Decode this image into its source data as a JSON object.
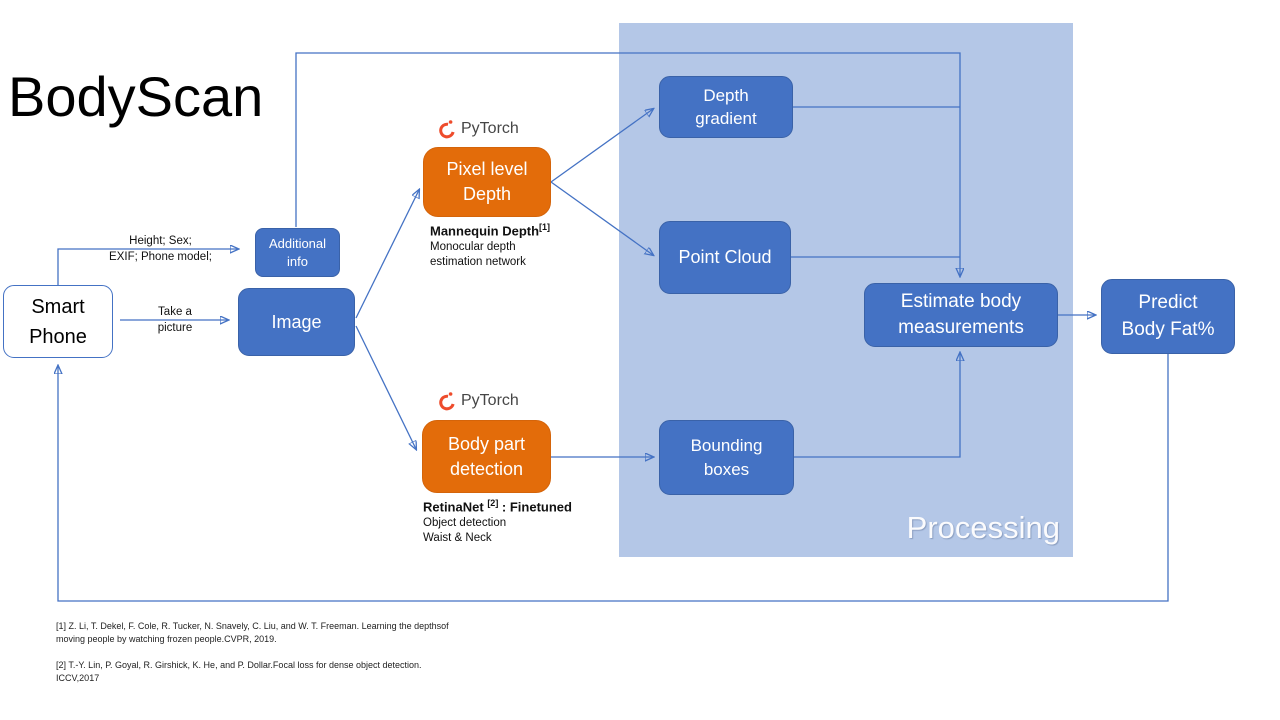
{
  "slide": {
    "title": "BodyScan"
  },
  "panel": {
    "label": "Processing"
  },
  "pytorch": {
    "label": "PyTorch"
  },
  "nodes": {
    "smart_phone": "Smart\nPhone",
    "additional_info": "Additional\ninfo",
    "image": "Image",
    "pixel_level_depth": "Pixel level\nDepth",
    "body_part_detection": "Body part\ndetection",
    "depth_gradient": "Depth\ngradient",
    "point_cloud": "Point Cloud",
    "bounding_boxes": "Bounding\nboxes",
    "estimate_body_measurements": "Estimate body\nmeasurements",
    "predict_body_fat": "Predict\nBody Fat%"
  },
  "edge_labels": {
    "additional_inputs": "Height; Sex;\nEXIF; Phone model;",
    "take_picture": "Take a\npicture"
  },
  "annotations": {
    "mannequin": {
      "name": "Mannequin Depth",
      "ref": "[1]",
      "desc": "Monocular depth\nestimation network"
    },
    "retinanet": {
      "name": "RetinaNet",
      "ref": "[2]",
      "suffix": " : Finetuned",
      "desc": "Object detection\nWaist & Neck"
    }
  },
  "footnotes": {
    "ref1": "[1] Z. Li, T. Dekel, F. Cole, R. Tucker, N. Snavely, C. Liu, and W. T. Freeman.  Learning the depthsof\nmoving people by watching frozen people.CVPR, 2019.",
    "ref2": "[2] T.-Y. Lin, P. Goyal, R. Girshick, K. He, and P. Dollar.Focal loss for dense object detection.  ICCV,2017"
  },
  "colors": {
    "accent_blue": "#4472C4",
    "panel_blue": "#B4C7E7",
    "accent_orange": "#E36C0A",
    "pytorch_orange": "#EE4C2C"
  }
}
